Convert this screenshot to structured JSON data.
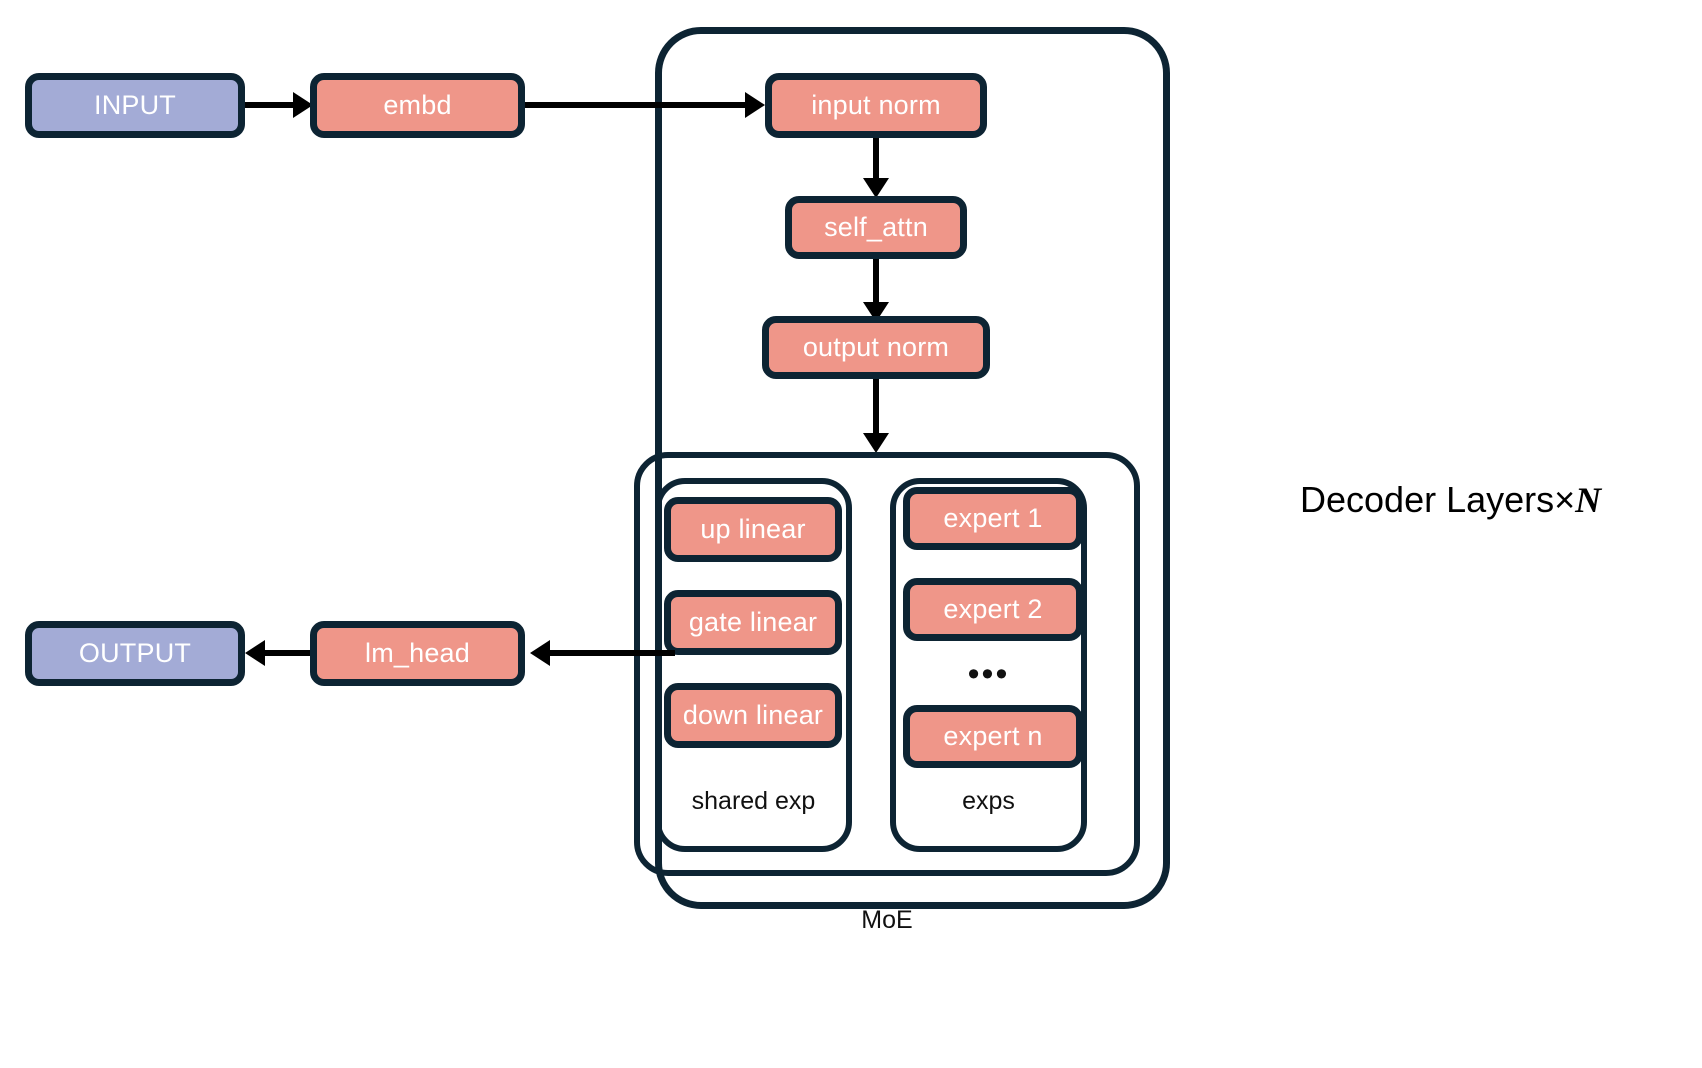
{
  "diagram": {
    "title_annotation": {
      "prefix": "Decoder Layers×",
      "variable": "N"
    },
    "colors": {
      "io_block": "#a3abd6",
      "module_block": "#ef9689",
      "outline": "#0d2433",
      "text_on_block": "#ffffff",
      "caption_text": "#111111",
      "edge": "#000000",
      "background": "#ffffff"
    },
    "io_nodes": [
      {
        "id": "input",
        "label": "INPUT"
      },
      {
        "id": "output",
        "label": "OUTPUT"
      }
    ],
    "pipeline_nodes": [
      {
        "id": "embd",
        "label": "embd"
      },
      {
        "id": "lm_head",
        "label": "lm_head"
      }
    ],
    "decoder": {
      "group_label": "Decoder Layers×N",
      "blocks": [
        {
          "id": "input_norm",
          "label": "input norm"
        },
        {
          "id": "self_attn",
          "label": "self_attn"
        },
        {
          "id": "output_norm",
          "label": "output norm"
        }
      ],
      "moe": {
        "caption": "MoE",
        "shared_expert": {
          "caption": "shared exp",
          "blocks": [
            {
              "id": "up_linear",
              "label": "up linear"
            },
            {
              "id": "gate_linear",
              "label": "gate linear"
            },
            {
              "id": "down_linear",
              "label": "down linear"
            }
          ]
        },
        "experts": {
          "caption": "exps",
          "blocks": [
            {
              "id": "expert_1",
              "label": "expert 1"
            },
            {
              "id": "expert_2",
              "label": "expert 2"
            },
            {
              "id": "expert_n",
              "label": "expert n"
            }
          ],
          "ellipsis": "•••"
        }
      }
    }
  }
}
